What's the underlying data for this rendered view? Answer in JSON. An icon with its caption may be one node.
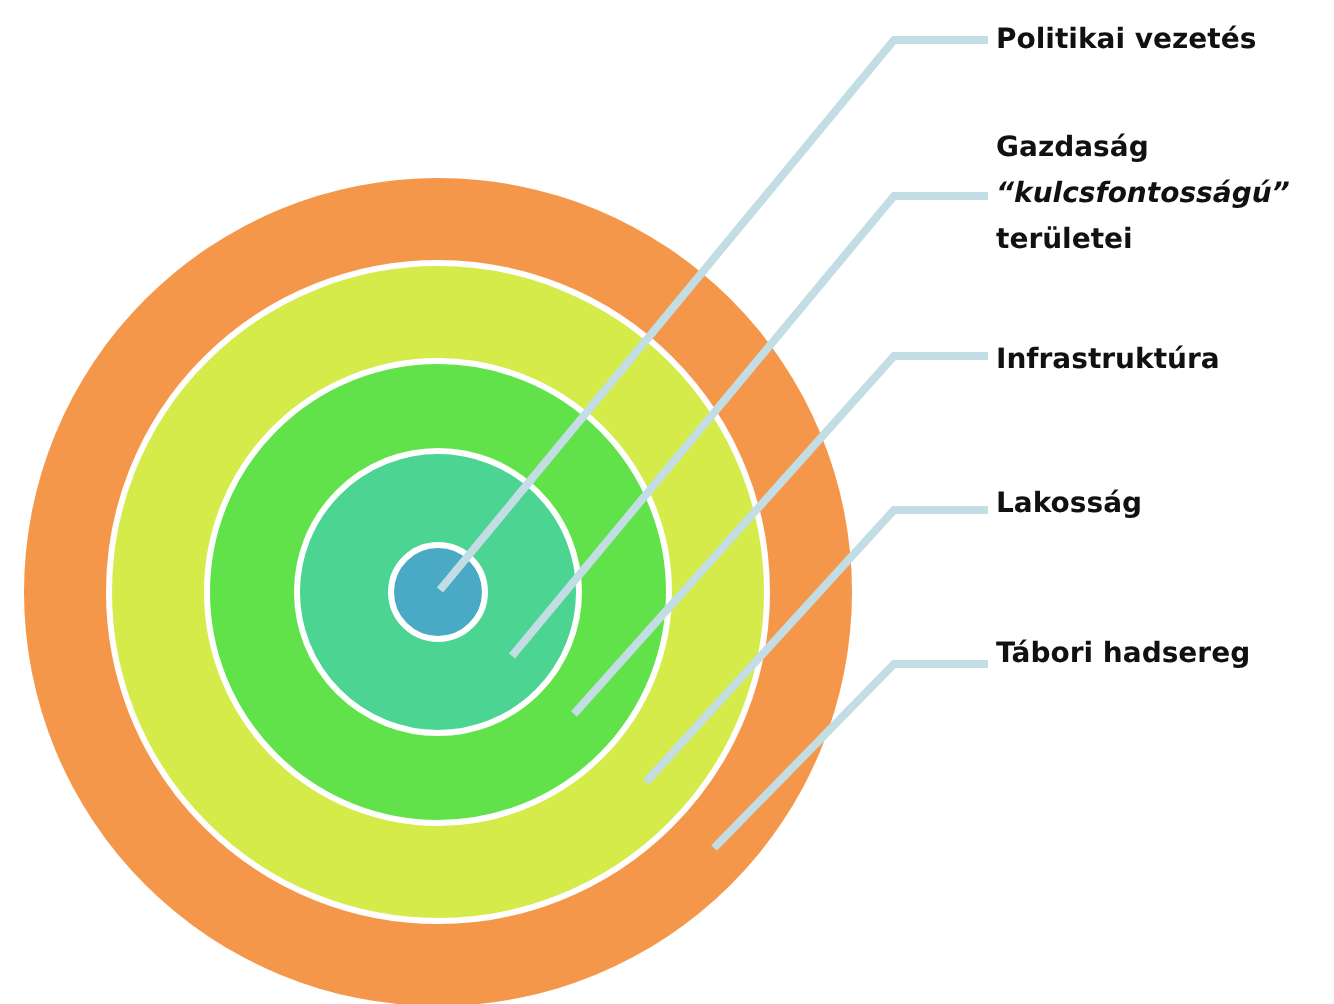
{
  "diagram": {
    "nodes": [
      {
        "text": [],
        "shape": "circle"
      },
      {
        "text": [],
        "shape": "circle",
        "in": 0
      },
      {
        "text": [],
        "shape": "circle",
        "in": 1
      },
      {
        "text": [],
        "shape": "circle",
        "in": 2
      },
      {
        "text": [],
        "shape": "circle",
        "in": 3
      },
      {
        "text": [
          "Politikai vezetés"
        ]
      },
      {
        "text": [
          "Gazdaság *“kulcsfontosságú”* területei"
        ]
      },
      {
        "text": [
          "Infrastruktúra"
        ]
      },
      {
        "text": [
          "Lakosság"
        ]
      },
      {
        "text": [
          "Tábori hadsereg"
        ]
      }
    ],
    "edges": [
      {
        "from": 5,
        "to": 4,
        "arrow": "none"
      },
      {
        "from": 6,
        "to": 3,
        "arrow": "none"
      },
      {
        "from": 7,
        "to": 2,
        "arrow": "none"
      },
      {
        "from": 8,
        "to": 1,
        "arrow": "none"
      },
      {
        "from": 9,
        "to": 0,
        "arrow": "none"
      }
    ]
  }
}
